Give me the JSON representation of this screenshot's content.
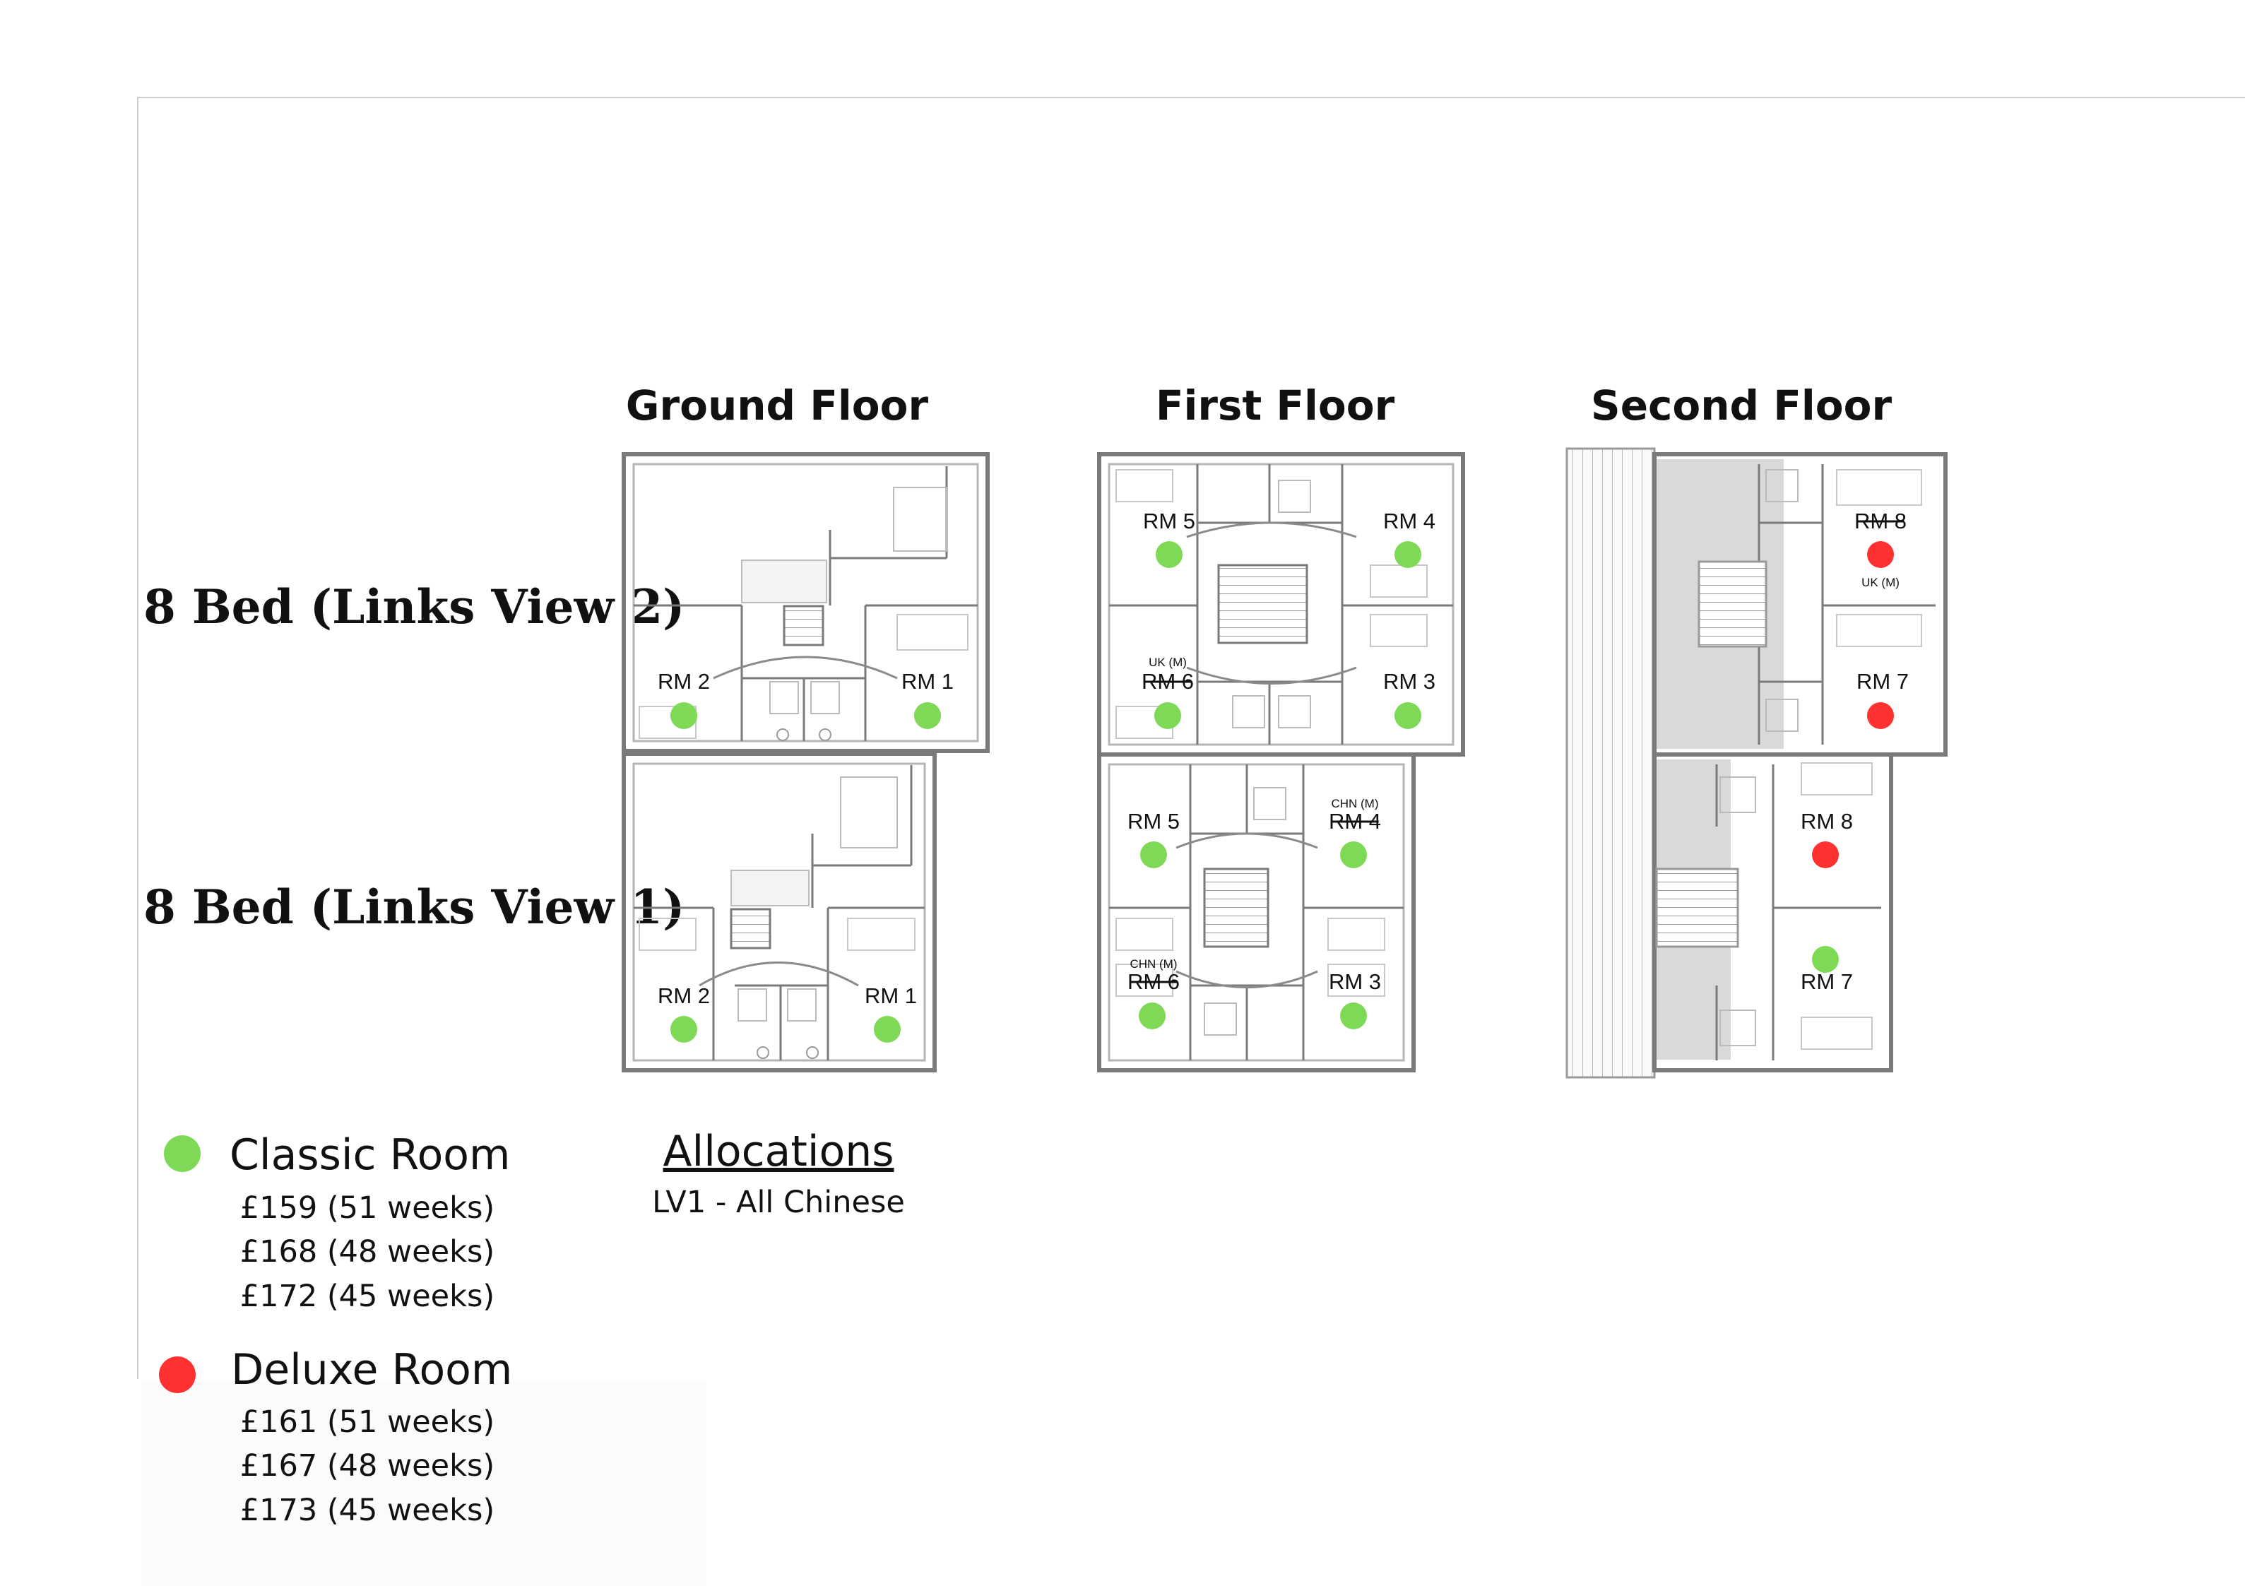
{
  "floor_titles": {
    "ground": "Ground Floor",
    "first": "First Floor",
    "second": "Second Floor"
  },
  "row_labels": {
    "lv2": "8 Bed (Links View 2)",
    "lv1": "8 Bed (Links View 1)"
  },
  "colors": {
    "classic": "#7ed957",
    "deluxe": "#ff3131",
    "wall": "#7a7a7a",
    "shade": "#d9d9d9"
  },
  "rooms": [
    {
      "id": "lv2-g-rm2",
      "label": "RM 2",
      "type": "classic",
      "struck": false,
      "note": ""
    },
    {
      "id": "lv2-g-rm1",
      "label": "RM 1",
      "type": "classic",
      "struck": false,
      "note": ""
    },
    {
      "id": "lv1-g-rm2",
      "label": "RM 2",
      "type": "classic",
      "struck": false,
      "note": ""
    },
    {
      "id": "lv1-g-rm1",
      "label": "RM 1",
      "type": "classic",
      "struck": false,
      "note": ""
    },
    {
      "id": "lv2-f-rm5",
      "label": "RM 5",
      "type": "classic",
      "struck": false,
      "note": ""
    },
    {
      "id": "lv2-f-rm4",
      "label": "RM 4",
      "type": "classic",
      "struck": false,
      "note": ""
    },
    {
      "id": "lv2-f-rm6",
      "label": "RM 6",
      "type": "classic",
      "struck": true,
      "note": "UK (M)"
    },
    {
      "id": "lv2-f-rm3",
      "label": "RM 3",
      "type": "classic",
      "struck": false,
      "note": ""
    },
    {
      "id": "lv1-f-rm5",
      "label": "RM 5",
      "type": "classic",
      "struck": false,
      "note": ""
    },
    {
      "id": "lv1-f-rm4",
      "label": "RM 4",
      "type": "classic",
      "struck": true,
      "note": "CHN (M)"
    },
    {
      "id": "lv1-f-rm6",
      "label": "RM 6",
      "type": "classic",
      "struck": true,
      "note": "CHN (M)"
    },
    {
      "id": "lv1-f-rm3",
      "label": "RM 3",
      "type": "classic",
      "struck": false,
      "note": ""
    },
    {
      "id": "lv2-s-rm8",
      "label": "RM 8",
      "type": "deluxe",
      "struck": true,
      "note": "UK (M)"
    },
    {
      "id": "lv2-s-rm7",
      "label": "RM 7",
      "type": "deluxe",
      "struck": false,
      "note": ""
    },
    {
      "id": "lv1-s-rm8",
      "label": "RM 8",
      "type": "deluxe",
      "struck": false,
      "note": ""
    },
    {
      "id": "lv1-s-rm7",
      "label": "RM 7",
      "type": "classic",
      "struck": false,
      "note": ""
    }
  ],
  "legend": {
    "classic": {
      "title": "Classic Room",
      "prices": [
        "£159 (51 weeks)",
        "£168 (48 weeks)",
        "£172 (45 weeks)"
      ]
    },
    "deluxe": {
      "title": "Deluxe Room",
      "prices": [
        "£161 (51 weeks)",
        "£167 (48 weeks)",
        "£173 (45 weeks)"
      ]
    }
  },
  "allocations": {
    "title": "Allocations",
    "text": "LV1 - All Chinese"
  }
}
